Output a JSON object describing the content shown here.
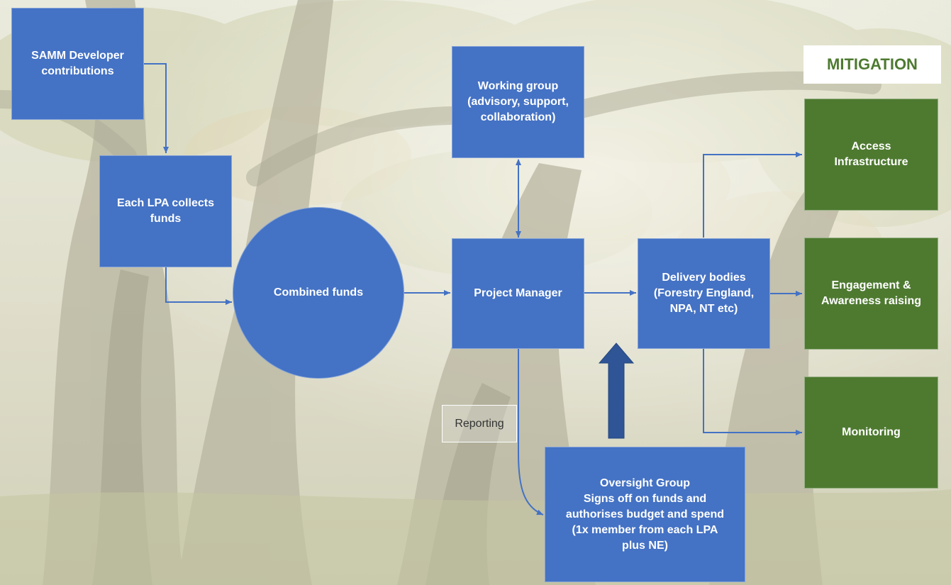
{
  "title": "MITIGATION",
  "nodes": {
    "samm": "SAMM Developer\ncontributions",
    "lpa": "Each LPA collects\nfunds",
    "combined": "Combined funds",
    "working": "Working group\n(advisory, support,\ncollaboration)",
    "pm": "Project Manager",
    "delivery": "Delivery bodies\n(Forestry England,\nNPA, NT etc)",
    "oversight": "Oversight Group\nSigns off on funds and\nauthorises budget and spend\n(1x member from each LPA\nplus NE)",
    "access": "Access\nInfrastructure",
    "engagement": "Engagement &\nAwareness raising",
    "monitoring": "Monitoring"
  },
  "reporting_label": "Reporting",
  "colors": {
    "node_blue": "#4472c4",
    "node_green": "#4e7a30",
    "connector": "#4472c4",
    "big_arrow": "#2f5597",
    "title_text": "#4e7a30"
  },
  "background": "forest-photo-woodland"
}
